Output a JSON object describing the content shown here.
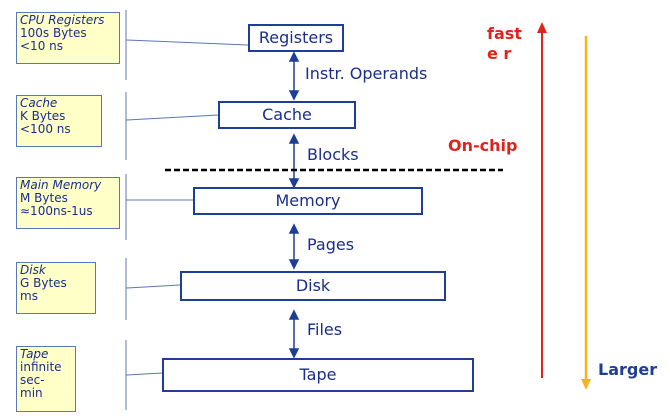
{
  "info_boxes": [
    {
      "name": "CPU Registers",
      "lines": [
        "100s Bytes",
        "<10 ns"
      ]
    },
    {
      "name": "Cache",
      "lines": [
        "K Bytes",
        "<100 ns"
      ]
    },
    {
      "name": "Main Memory",
      "lines": [
        "M Bytes",
        "≈100ns-1us"
      ]
    },
    {
      "name": "Disk",
      "lines": [
        "G Bytes",
        "ms"
      ]
    },
    {
      "name": "Tape",
      "lines": [
        "infinite",
        "sec-",
        "min"
      ]
    }
  ],
  "levels": [
    "Registers",
    "Cache",
    "Memory",
    "Disk",
    "Tape"
  ],
  "transfers": [
    "Instr. Operands",
    "Blocks",
    "Pages",
    "Files"
  ],
  "faster_label": "faste r",
  "onchip_label": "On-chip",
  "larger_label": "Larger",
  "colors": {
    "box_border": "#1f3e96",
    "info_fill": "#ffffc8",
    "red": "#e2231a",
    "orange": "#f5b51e"
  }
}
